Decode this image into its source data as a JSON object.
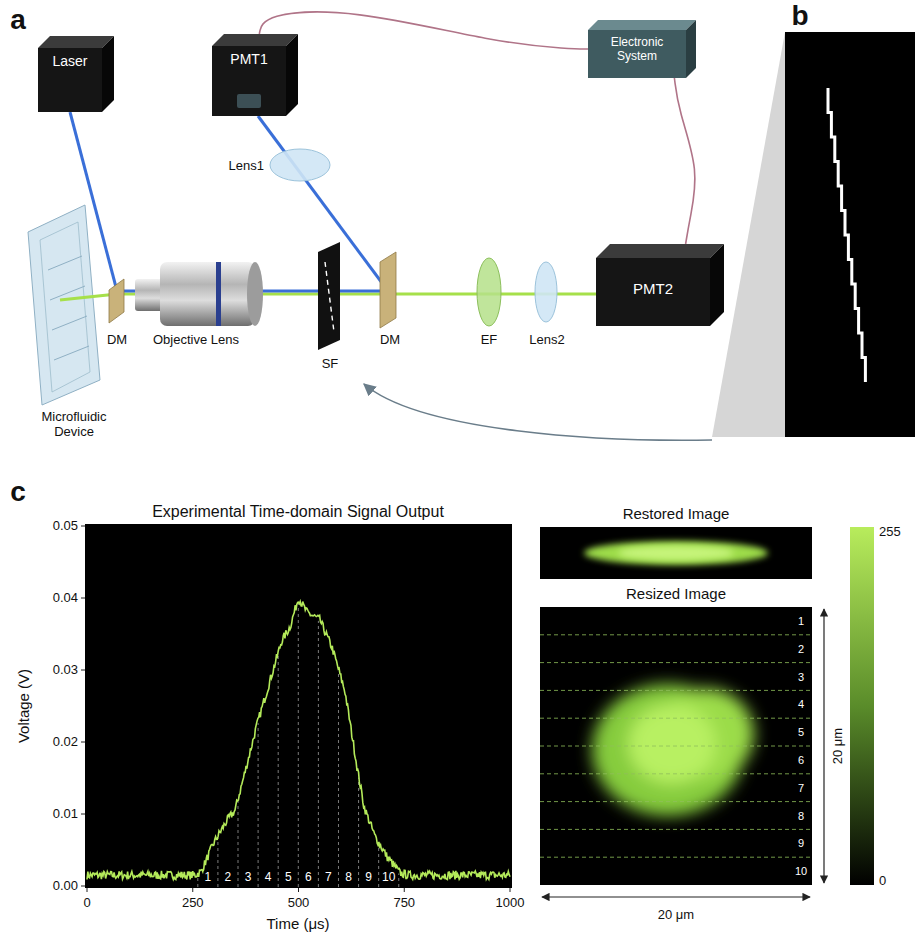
{
  "diagram": {
    "nodes": [
      {
        "text": [
          "Laser"
        ]
      },
      {
        "text": [
          "PMT1"
        ]
      },
      {
        "text": [
          "Electronic System"
        ]
      },
      {
        "text": [
          "PMT2"
        ]
      }
    ],
    "edges": [
      {
        "from": 1,
        "to": 2,
        "arrow": "none"
      },
      {
        "from": 2,
        "to": 3,
        "arrow": "none"
      }
    ],
    "labels": [
      "a",
      "Microfluidic Device",
      "DM",
      "Objective Lens",
      "SF",
      "DM",
      "Lens1",
      "EF",
      "Lens2",
      "b",
      "c",
      "Experimental Time-domain Signal Output",
      "0.05",
      "0.04",
      "0.03",
      "0.02",
      "0.01",
      "0.00",
      "Voltage (V)",
      "0",
      "250",
      "500",
      "750",
      "1000",
      "Time (μs)",
      "1",
      "2",
      "3",
      "4",
      "5",
      "6",
      "7",
      "8",
      "9",
      "10",
      "Restored Image",
      "Resized Image",
      "255",
      "0",
      "1",
      "2",
      "3",
      "4",
      "5",
      "6",
      "7",
      "8",
      "9",
      "10",
      "20 μm",
      "20 μm"
    ]
  }
}
